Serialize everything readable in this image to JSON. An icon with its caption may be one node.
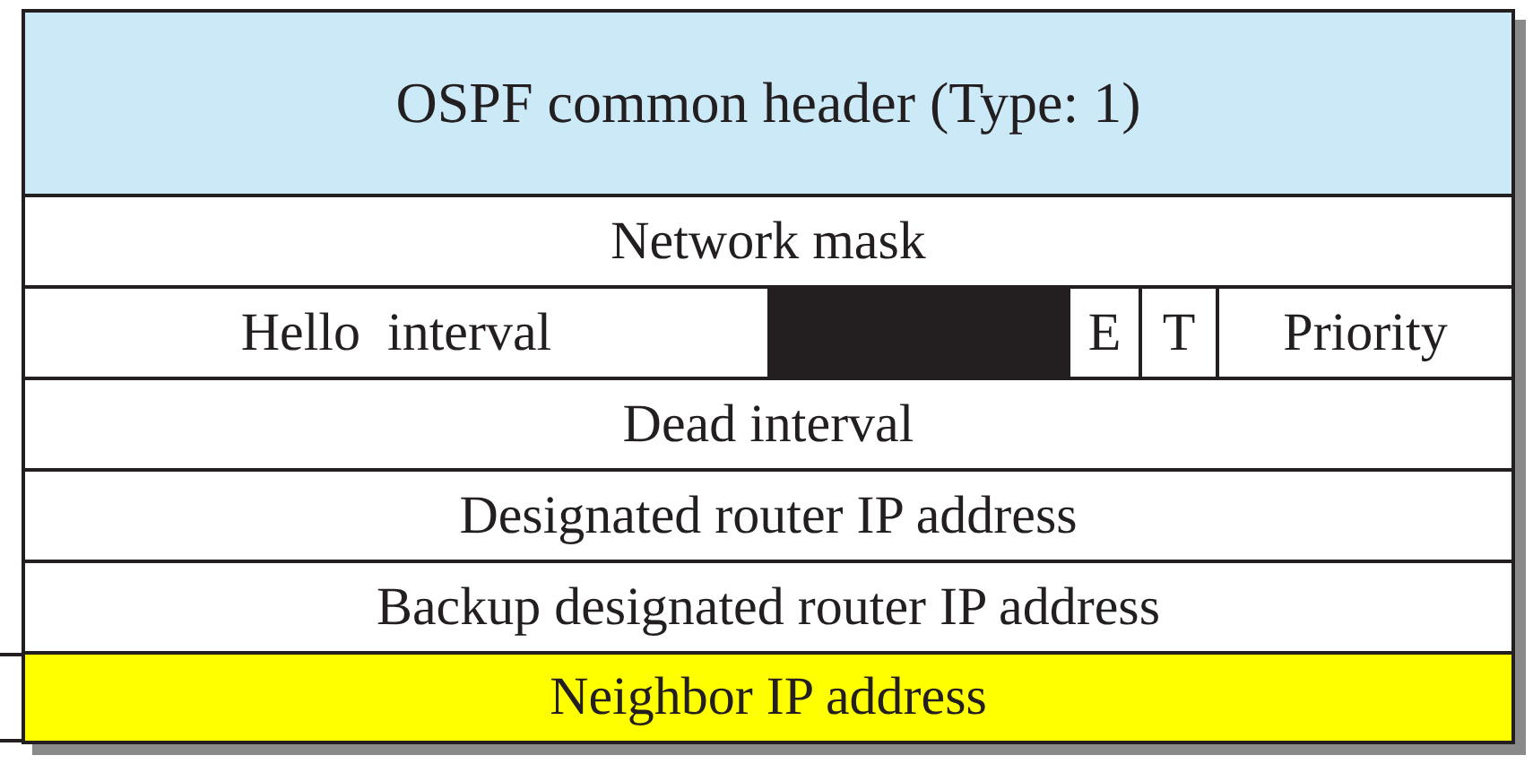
{
  "diagram": {
    "nodes": [
      {
        "text": [
          "OSPF common header (Type: 1)"
        ]
      },
      {
        "text": [
          "Network mask"
        ]
      },
      {
        "text": [
          "Hello  interval"
        ]
      },
      {
        "text": [],
        "shape": "box"
      },
      {
        "text": [
          "E"
        ]
      },
      {
        "text": [
          "T"
        ]
      },
      {
        "text": [
          "Priority"
        ]
      },
      {
        "text": [
          "Dead interval"
        ]
      },
      {
        "text": [
          "Designated router IP address"
        ]
      },
      {
        "text": [
          "Backup designated router IP address"
        ]
      },
      {
        "text": [
          "Neighbor IP address"
        ]
      }
    ],
    "edges": []
  }
}
